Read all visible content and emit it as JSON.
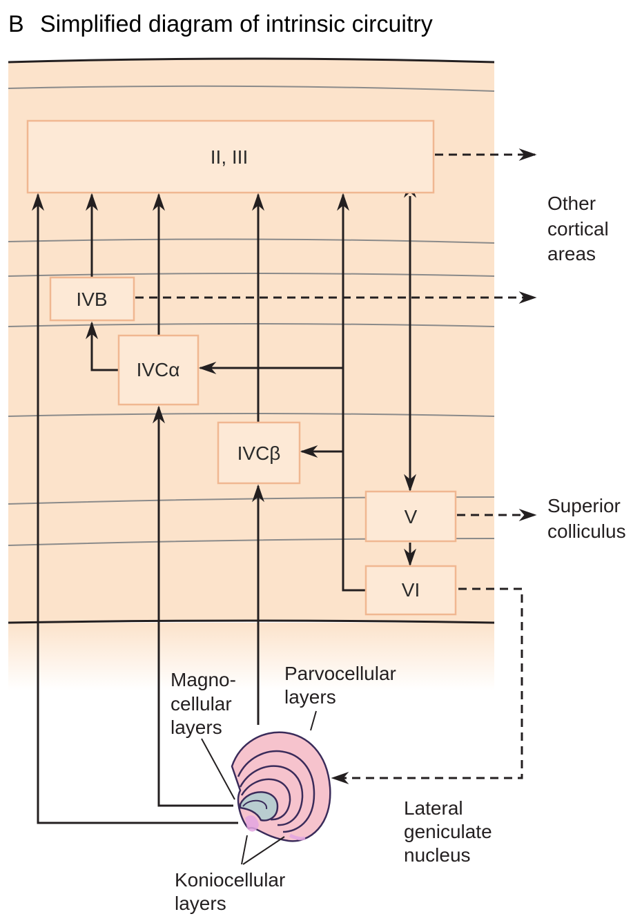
{
  "title": {
    "letter": "B",
    "text": "Simplified diagram of intrinsic circuitry"
  },
  "boxes": {
    "layer_2_3": "II, III",
    "layer_4b": "IVB",
    "layer_4c_alpha": "IVCα",
    "layer_4c_beta": "IVCβ",
    "layer_5": "V",
    "layer_6": "VI"
  },
  "targets": {
    "cortical": [
      "Other",
      "cortical",
      "areas"
    ],
    "colliculus": [
      "Superior",
      "colliculus"
    ],
    "lgn": [
      "Lateral",
      "geniculate",
      "nucleus"
    ]
  },
  "lgn_labels": {
    "magno": [
      "Magno-",
      "cellular",
      "layers"
    ],
    "parvo": [
      "Parvocellular",
      "layers"
    ],
    "konio": [
      "Koniocellular",
      "layers"
    ]
  },
  "colors": {
    "cortex_fill": "#fce3cb",
    "box_fill": "#fde9d6",
    "box_stroke": "#f0b791",
    "lgn_parvo_fill": "#f6c3cd",
    "lgn_magno_fill": "#b9cdd0",
    "lgn_stroke": "#3a2b5a",
    "konio_color": "#e3a6e0"
  }
}
